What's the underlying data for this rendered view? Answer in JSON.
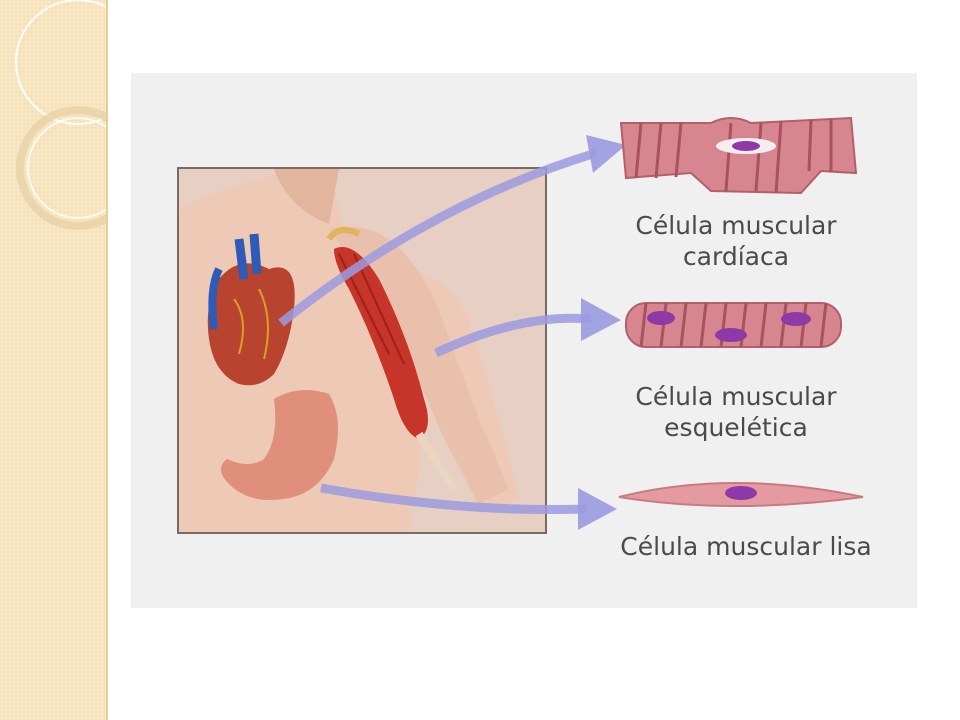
{
  "slide": {
    "accent_color": "#f6e3bb",
    "panel_color": "#f0f0f0"
  },
  "labels": {
    "cardiac": {
      "line1": "Célula muscular",
      "line2": "cardíaca"
    },
    "skeletal": {
      "line1": "Célula muscular",
      "line2": "esquelética"
    },
    "smooth": {
      "line1": "Célula muscular lisa"
    }
  },
  "colors": {
    "arrow": "#9b9ae0",
    "muscle_cell": "#d7868f",
    "nucleus": "#8d39a8",
    "skin": "#edc9b6"
  }
}
